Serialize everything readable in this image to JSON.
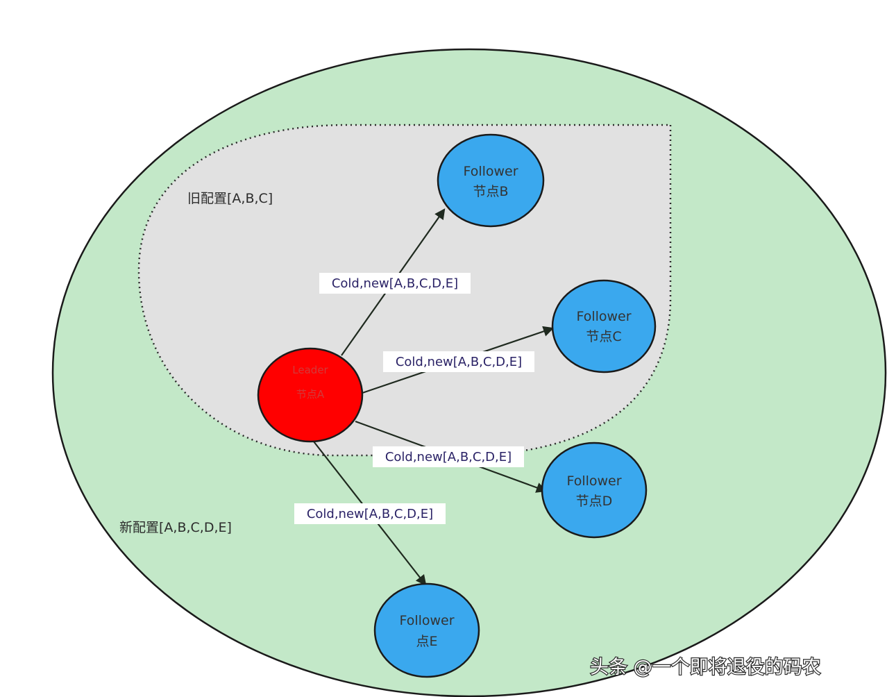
{
  "regions": {
    "new_config": "新配置[A,B,C,D,E]",
    "old_config": "旧配置[A,B,C]"
  },
  "nodes": {
    "a": {
      "line1": "Leader",
      "line2": "节点A"
    },
    "b": {
      "line1": "Follower",
      "line2": "节点B"
    },
    "c": {
      "line1": "Follower",
      "line2": "节点C"
    },
    "d": {
      "line1": "Follower",
      "line2": "节点D"
    },
    "e": {
      "line1": "Follower",
      "line2": "点E"
    }
  },
  "edges": {
    "to_b": "Cold,new[A,B,C,D,E]",
    "to_c": "Cold,new[A,B,C,D,E]",
    "to_d": "Cold,new[A,B,C,D,E]",
    "to_e": "Cold,new[A,B,C,D,E]"
  },
  "watermark": "头条 @一个即将退役的码农",
  "colors": {
    "new_config_fill": "#c3e8c8",
    "old_config_fill": "#e1e1e1",
    "leader": "#ff0000",
    "follower": "#3aa8ee"
  }
}
